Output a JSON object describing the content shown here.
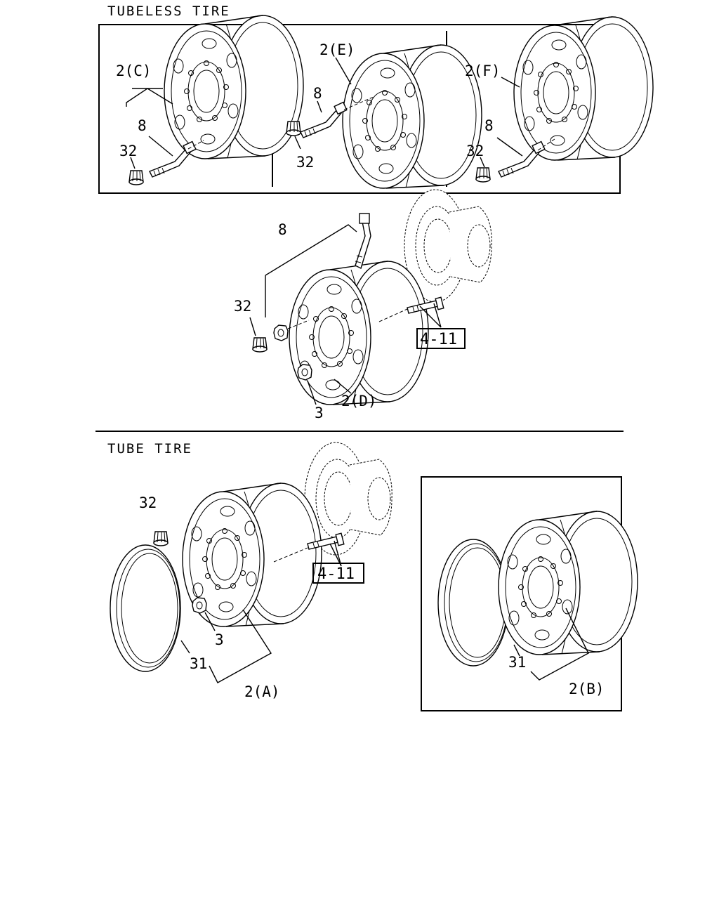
{
  "sections": {
    "tubeless_title": "TUBELESS TIRE",
    "tube_title": "TUBE TIRE"
  },
  "callouts": {
    "wheel_c": "2(C)",
    "wheel_e": "2(E)",
    "wheel_f": "2(F)",
    "wheel_d": "2(D)",
    "wheel_a": "2(A)",
    "wheel_b": "2(B)",
    "valve": "8",
    "cap": "32",
    "nut": "3",
    "ring": "31",
    "hub_ref": "4-11"
  }
}
